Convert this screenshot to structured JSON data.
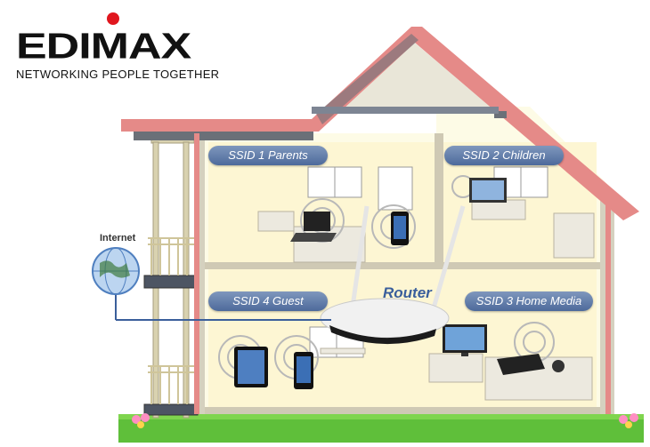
{
  "brand": {
    "name": "EDIMAX",
    "tagline": "NETWORKING PEOPLE TOGETHER",
    "dot_color": "#e0161e"
  },
  "labels": {
    "ssid1": "SSID 1 Parents",
    "ssid2": "SSID 2 Children",
    "ssid3": "SSID 3 Home Media",
    "ssid4": "SSID 4 Guest",
    "router": "Router",
    "internet": "Internet"
  },
  "colors": {
    "roof": "#e58a88",
    "wall": "#fdfbe6",
    "pill": "#5872a3",
    "grass": "#5fbf3a"
  },
  "icons": [
    "globe-icon",
    "laptop-icon",
    "phone-icon",
    "tablet-icon",
    "tv-icon",
    "game-console-icon",
    "router-icon",
    "wifi-signal-icon"
  ]
}
